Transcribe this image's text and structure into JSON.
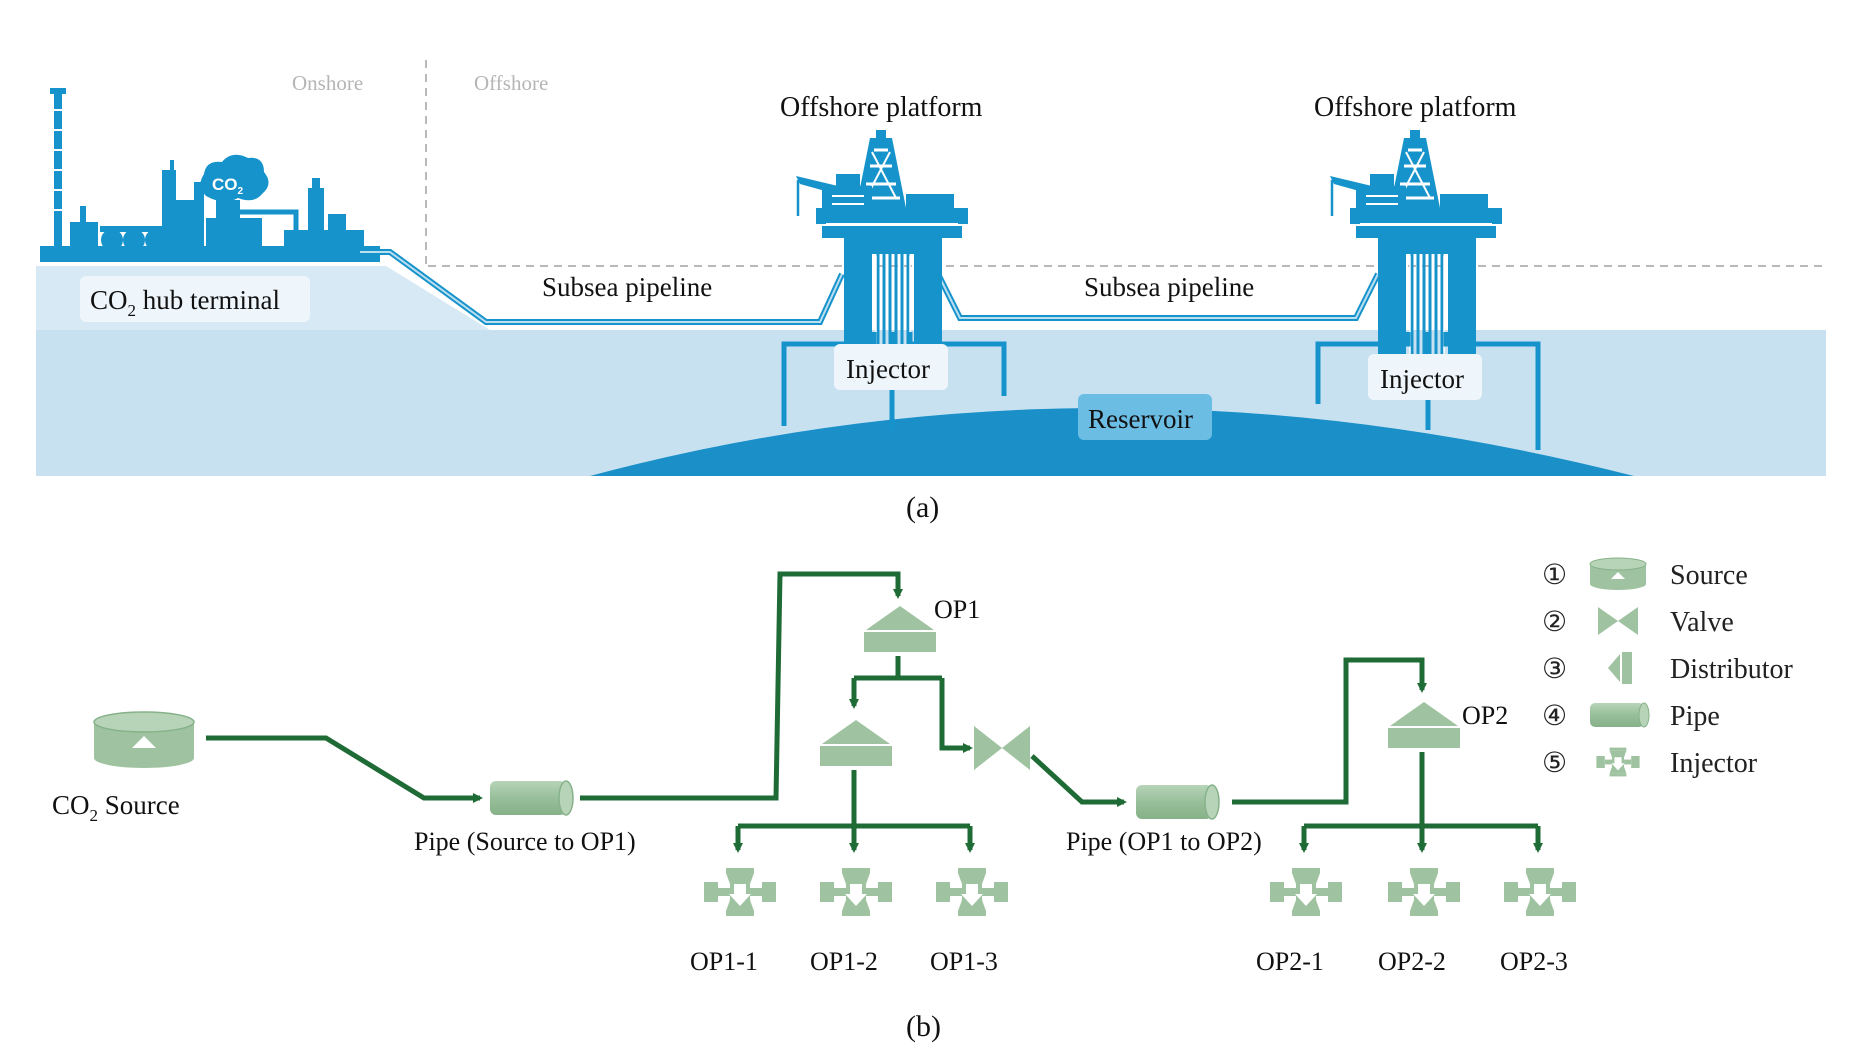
{
  "panel_a": {
    "onshore_label": "Onshore",
    "offshore_label": "Offshore",
    "hub_terminal_prefix": "CO",
    "hub_terminal_sub": "2",
    "hub_terminal_suffix": " hub terminal",
    "co2_cloud_prefix": "CO",
    "co2_cloud_sub": "2",
    "platform_1_label": "Offshore platform",
    "platform_2_label": "Offshore platform",
    "pipeline_1_label": "Subsea pipeline",
    "pipeline_2_label": "Subsea pipeline",
    "injector_1_label": "Injector",
    "injector_2_label": "Injector",
    "reservoir_label": "Reservoir",
    "caption": "(a)"
  },
  "panel_b": {
    "source_label_prefix": "CO",
    "source_label_sub": "2",
    "source_label_suffix": " Source",
    "pipe_1_label": "Pipe (Source to OP1)",
    "pipe_2_label": "Pipe (OP1 to OP2)",
    "op1_label": "OP1",
    "op2_label": "OP2",
    "injectors_op1": [
      "OP1-1",
      "OP1-2",
      "OP1-3"
    ],
    "injectors_op2": [
      "OP2-1",
      "OP2-2",
      "OP2-3"
    ],
    "caption": "(b)"
  },
  "legend": {
    "items": [
      {
        "number": "①",
        "label": "Source",
        "icon": "source-icon"
      },
      {
        "number": "②",
        "label": "Valve",
        "icon": "valve-icon"
      },
      {
        "number": "③",
        "label": "Distributor",
        "icon": "distributor-icon"
      },
      {
        "number": "④",
        "label": "Pipe",
        "icon": "pipe-icon"
      },
      {
        "number": "⑤",
        "label": "Injector",
        "icon": "injector-icon"
      }
    ]
  },
  "colors": {
    "sky_sea_light": "#d6e9f4",
    "sea_mid": "#c6e0ef",
    "infrastructure_blue": "#1793cc",
    "reservoir_blue": "#1a8fc8",
    "label_box": "#eef6fb",
    "flow_green": "#1f6b35",
    "component_green": "#9fc3a0",
    "component_dark": "#7fae84"
  }
}
